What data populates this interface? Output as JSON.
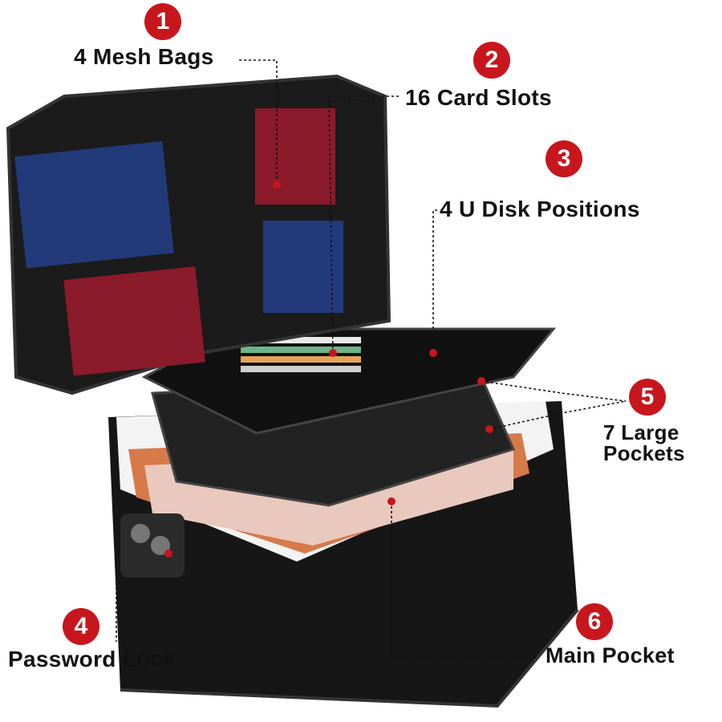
{
  "accent_color": "#c8161d",
  "bag_color": "#1a1a1a",
  "callouts": [
    {
      "number": "1",
      "label": "4 Mesh Bags"
    },
    {
      "number": "2",
      "label": "16 Card Slots"
    },
    {
      "number": "3",
      "label": "4 U Disk Positions"
    },
    {
      "number": "4",
      "label": "Password Lock"
    },
    {
      "number": "5",
      "label": "7 Large Pockets"
    },
    {
      "number": "6",
      "label": "Main Pocket"
    }
  ]
}
